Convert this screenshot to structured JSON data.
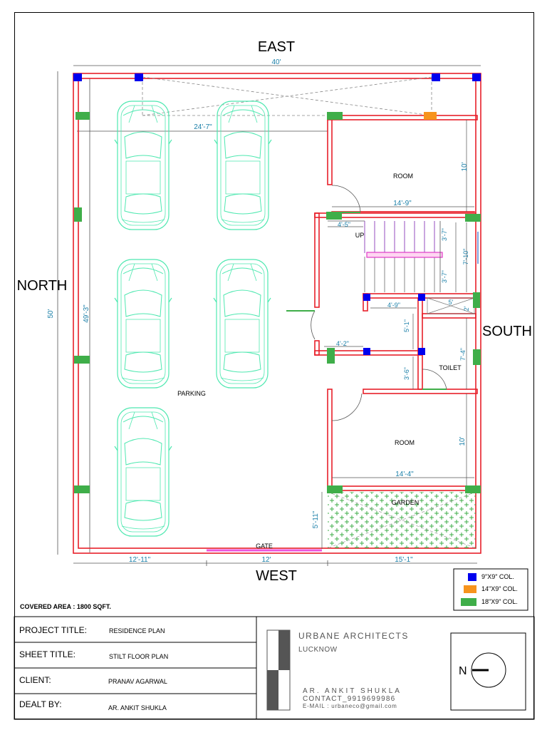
{
  "directions": {
    "east": "EAST",
    "west": "WEST",
    "north": "NORTH",
    "south": "SOUTH"
  },
  "dimensions": {
    "top_width": "40'",
    "left_height": "50'",
    "inner_height": "49'-3\"",
    "parking_width": "24'-7\"",
    "room1_width": "14'-9\"",
    "room1_height": "10'",
    "stair_a": "4'-5\"",
    "stair_b": "3'-7\"",
    "stair_c": "7'-10\"",
    "stair_d": "3'-7\"",
    "landing": "4'-9\"",
    "small_5": "5'",
    "small_2": "2'",
    "passage_h": "5'-1\"",
    "passage_w": "4'-2\"",
    "toilet_h": "7'-4\"",
    "toilet_w": "3'-6\"",
    "room2_height": "10'",
    "room2_width": "14'-4\"",
    "garden_h": "5'-11\"",
    "bottom_1": "12'-11\"",
    "bottom_2": "12'",
    "bottom_3": "15'-1\""
  },
  "labels": {
    "room1": "ROOM",
    "room2": "ROOM",
    "up": "UP",
    "toilet": "TOILET",
    "parking": "PARKING",
    "garden": "GARDEN",
    "gate": "GATE"
  },
  "legend": [
    {
      "label": "9\"X9\" COL.",
      "color": "#0000ee"
    },
    {
      "label": "14\"X9\" COL.",
      "color": "#f7941d"
    },
    {
      "label": "18\"X9\" COL.",
      "color": "#3fae49"
    }
  ],
  "covered_area": "COVERED AREA : 1800 SQFT.",
  "title_block": {
    "rows": [
      {
        "key": "PROJECT TITLE:",
        "value": "RESIDENCE PLAN"
      },
      {
        "key": "SHEET TITLE:",
        "value": "STILT FLOOR PLAN"
      },
      {
        "key": "CLIENT:",
        "value": "PRANAV AGARWAL"
      },
      {
        "key": "DEALT BY:",
        "value": "AR. ANKIT SHUKLA"
      }
    ],
    "firm": "URBANE ARCHITECTS",
    "city": "LUCKNOW",
    "architect": "AR. ANKIT SHUKLA",
    "contact": "CONTACT_9919699986",
    "email": "E-MAIL : urbaneco@gmail.com",
    "north_letter": "N"
  },
  "colors": {
    "wall": "#e8202a",
    "column_blue": "#0000ee",
    "column_orange": "#f7941d",
    "column_green": "#3fae49",
    "car": "#4ee8b0",
    "dimension": "#1a7fa8",
    "gate": "#ee55dd"
  }
}
